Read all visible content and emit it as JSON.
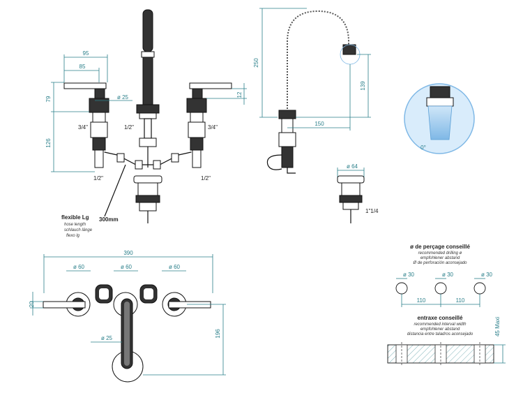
{
  "dims": {
    "d95": "95",
    "d85": "85",
    "d25_top": "ø 25",
    "d79": "79",
    "d126": "126",
    "d12": "12",
    "d250": "250",
    "d139": "139",
    "d150": "150",
    "d64": "ø 64",
    "d390": "390",
    "d60a": "ø 60",
    "d60b": "ø 60",
    "d60c": "ø 60",
    "d20": "20",
    "d196": "196",
    "d25_bottom": "ø 25",
    "angle": "0°"
  },
  "threads": {
    "t34_left": "3/4\"",
    "t12_center": "1/2\"",
    "t34_right": "3/4\"",
    "t12_bottom_left": "1/2\"",
    "t12_bottom_right": "1/2\"",
    "t114": "1\"1/4"
  },
  "hose": {
    "title": "flexible Lg",
    "line1": "hose length",
    "line2": "schlauch länge",
    "line3": "flexo lg",
    "length": "300mm"
  },
  "drilling": {
    "title": "ø de perçage conseillé",
    "line1": "recommended drilling ø",
    "line2": "empfohlener abstand",
    "line3": "Ø de perforación aconsejado",
    "hole1": "ø 30",
    "hole2": "ø 30",
    "hole3": "ø 30",
    "gap1": "110",
    "gap2": "110"
  },
  "interaxis": {
    "title": "entraxe conseillé",
    "line1": "recommended interval width",
    "line2": "empfohlener abstand",
    "line3": "distancia entre taladros aconsejado",
    "max": "45 Maxi"
  },
  "colors": {
    "dimension": "#2a7f8a",
    "ink": "#111111",
    "water": "#7fb8e6"
  }
}
